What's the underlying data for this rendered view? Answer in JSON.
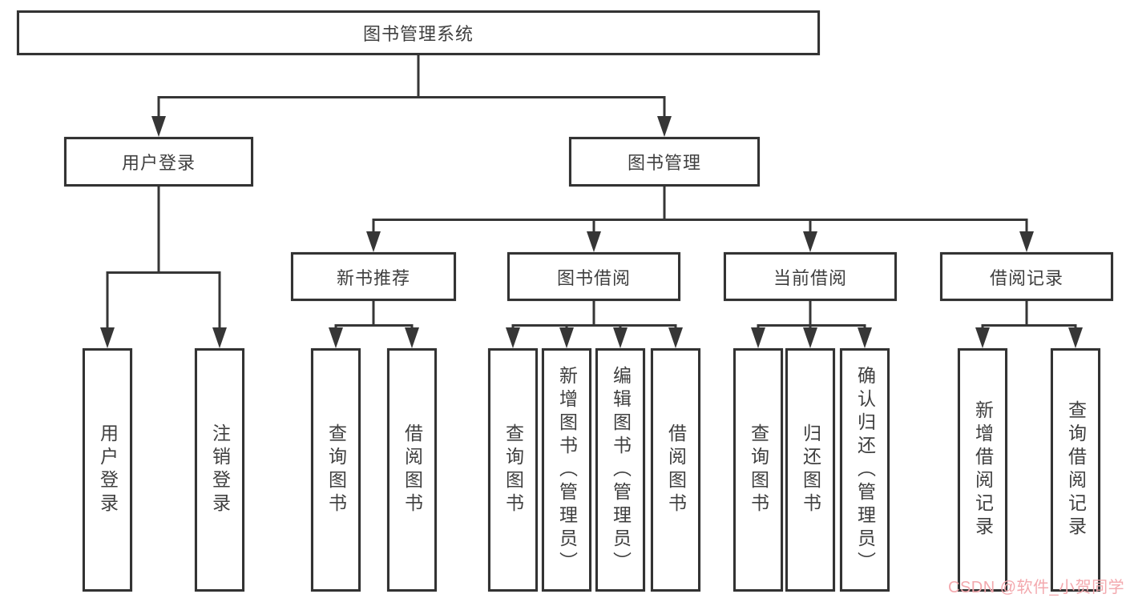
{
  "diagram": {
    "root_label": "图书管理系统",
    "level2": [
      {
        "id": "user-login",
        "label": "用户登录"
      },
      {
        "id": "book-management",
        "label": "图书管理"
      }
    ],
    "level3": [
      {
        "id": "new-book-recommend",
        "label": "新书推荐"
      },
      {
        "id": "book-borrow",
        "label": "图书借阅"
      },
      {
        "id": "current-borrow",
        "label": "当前借阅"
      },
      {
        "id": "borrow-records",
        "label": "借阅记录"
      }
    ],
    "leaves": {
      "user_login": [
        "用户登录",
        "注销登录"
      ],
      "new_book_recommend": [
        "查询图书",
        "借阅图书"
      ],
      "book_borrow": [
        "查询图书",
        "新增图书（管理员）",
        "编辑图书（管理员）",
        "借阅图书"
      ],
      "current_borrow": [
        "查询图书",
        "归还图书",
        "确认归还（管理员）"
      ],
      "borrow_records": [
        "新增借阅记录",
        "查询借阅记录"
      ]
    }
  },
  "watermark": {
    "text": "CSDN @软件_小贺同学",
    "color": "#f3a9ae"
  },
  "colors": {
    "line": "#363636",
    "box_border": "#333333",
    "text": "#3f3f3f",
    "background": "#ffffff"
  }
}
